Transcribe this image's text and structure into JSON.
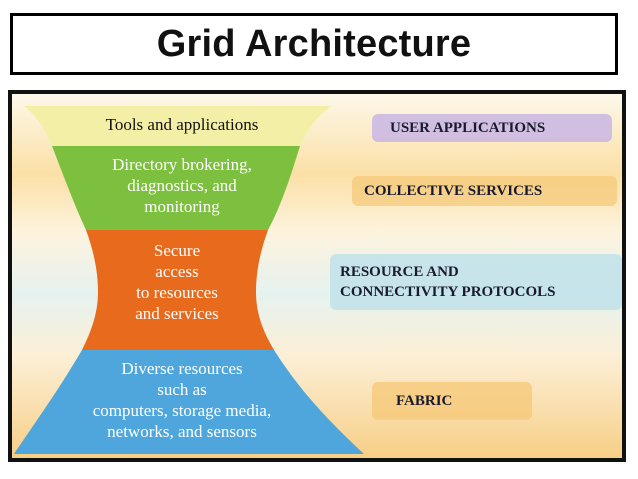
{
  "title": "Grid Architecture",
  "funnel": {
    "top": {
      "lines": [
        "Tools and applications"
      ],
      "color": "#f4efa6"
    },
    "collective": {
      "lines": [
        "Directory brokering,",
        "diagnostics, and",
        "monitoring"
      ],
      "color": "#7dbf3e"
    },
    "resource": {
      "lines": [
        "Secure",
        "access",
        "to resources",
        "and services"
      ],
      "color": "#e86a1c"
    },
    "fabric": {
      "lines": [
        "Diverse resources",
        "such as",
        "computers, storage media,",
        "networks, and sensors"
      ],
      "color": "#4fa6dd"
    }
  },
  "layers": [
    {
      "label": "USER APPLICATIONS",
      "band_color": "#c9b6e4"
    },
    {
      "label": "COLLECTIVE SERVICES",
      "band_color": "#f6c97a"
    },
    {
      "label_lines": [
        "RESOURCE AND",
        "CONNECTIVITY PROTOCOLS"
      ],
      "band_color": "#bfe2ea"
    },
    {
      "label": "FABRIC",
      "band_color": "#f6c97a"
    }
  ]
}
